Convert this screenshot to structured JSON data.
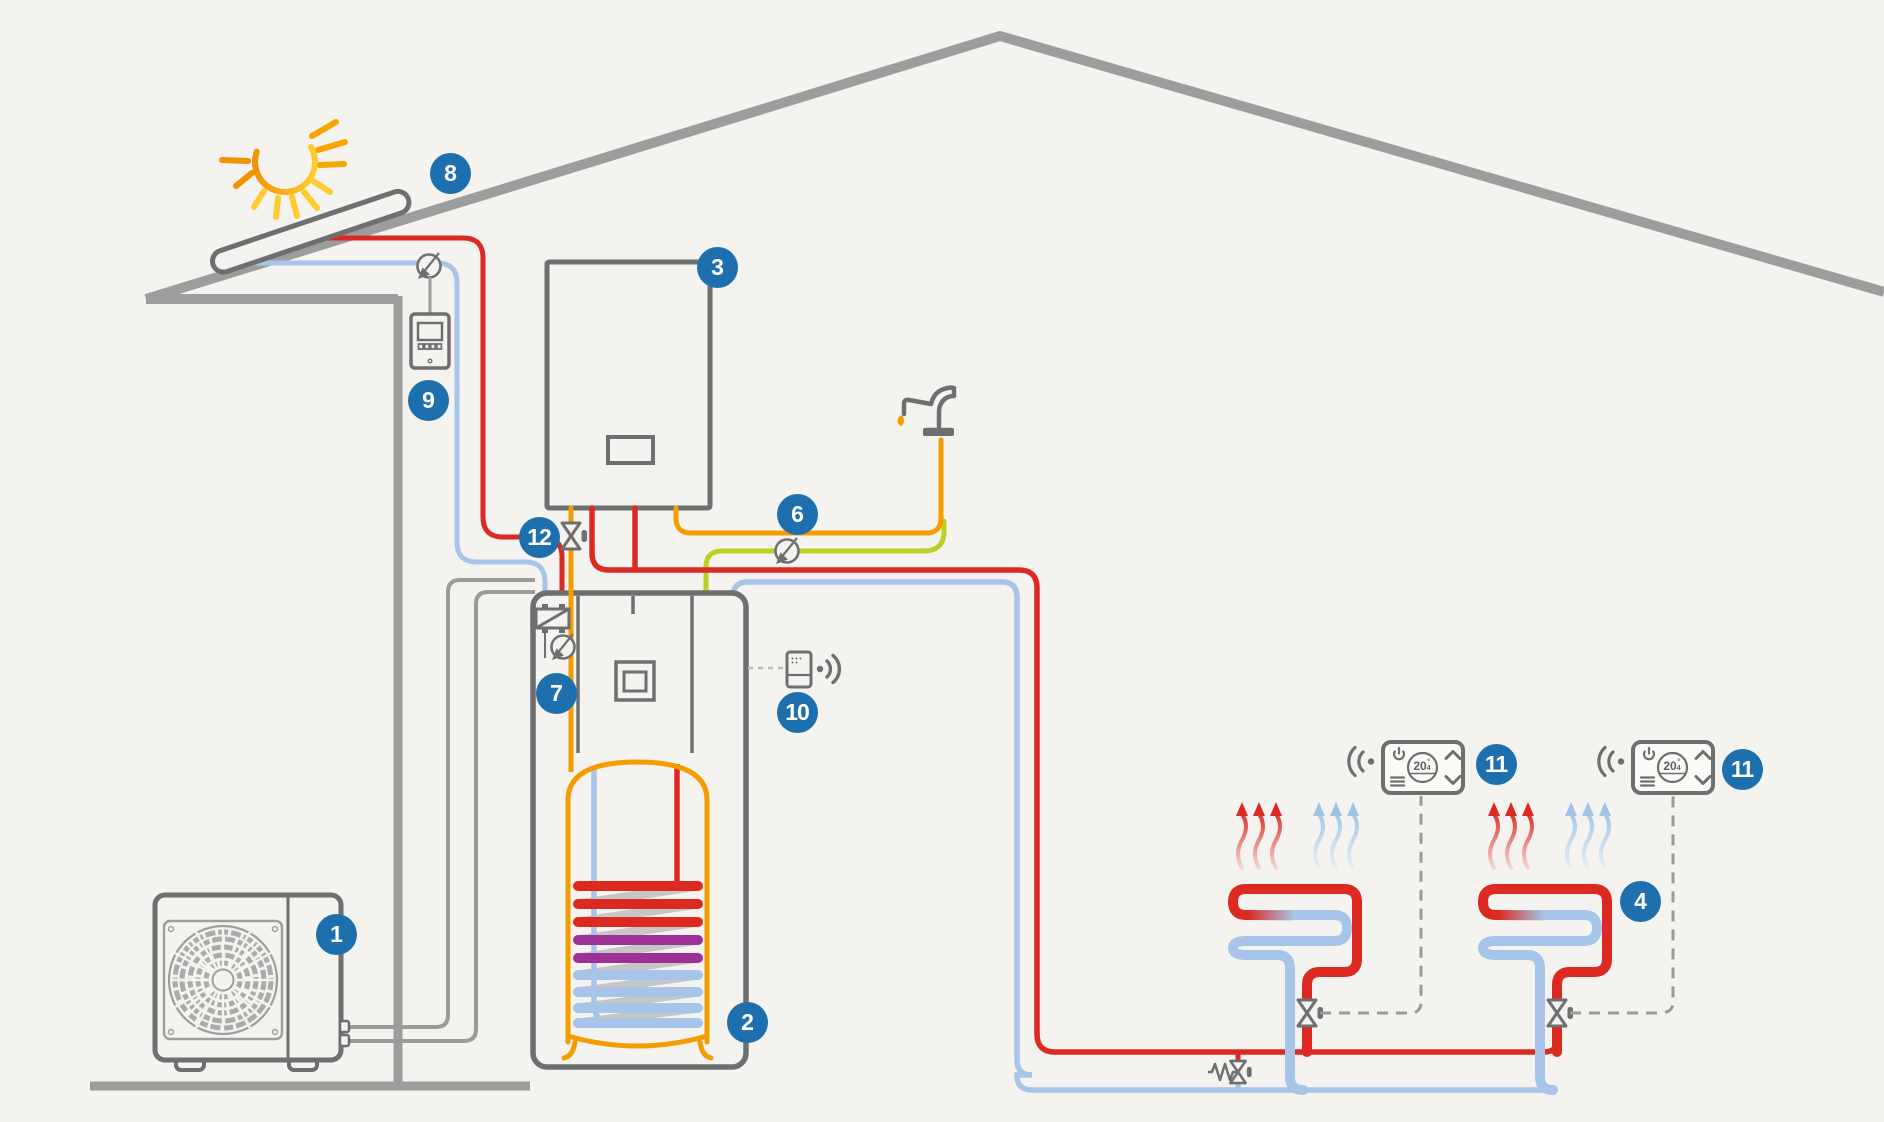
{
  "diagram": {
    "type": "heating-system-schematic",
    "background": "#f4f3ef"
  },
  "badges": [
    {
      "label": "1"
    },
    {
      "label": "2"
    },
    {
      "label": "3"
    },
    {
      "label": "4"
    },
    {
      "label": "6"
    },
    {
      "label": "7"
    },
    {
      "label": "8"
    },
    {
      "label": "9"
    },
    {
      "label": "10"
    },
    {
      "label": "11"
    },
    {
      "label": "11"
    },
    {
      "label": "12"
    }
  ],
  "thermostats": [
    {
      "temp_whole": "20",
      "degree": "°",
      "temp_fraction": "4"
    },
    {
      "temp_whole": "20",
      "degree": "°",
      "temp_fraction": "4"
    }
  ],
  "colors": {
    "badge_blue": "#1d70ad",
    "pipe_hot_red": "#dc2a22",
    "pipe_dhw_orange": "#f59c00",
    "pipe_cold_blue": "#a6c5e8",
    "pipe_circulation_green": "#bcd021",
    "coil_purple": "#9d3197",
    "structure_gray": "#9c9e9e",
    "device_gray": "#6e6f71",
    "sun_orange": "#f39200",
    "sun_yellow": "#ffcc2e"
  },
  "icons": {
    "sun": "arc-with-rays",
    "solar_collector": "tilted-capsule",
    "pump": "circle-with-diagonal-arrow",
    "valve": "bowtie-with-actuator",
    "faucet": "tap-with-drip",
    "wireless": "dot-with-arcs",
    "heat_flow": "wavy-arrows"
  }
}
